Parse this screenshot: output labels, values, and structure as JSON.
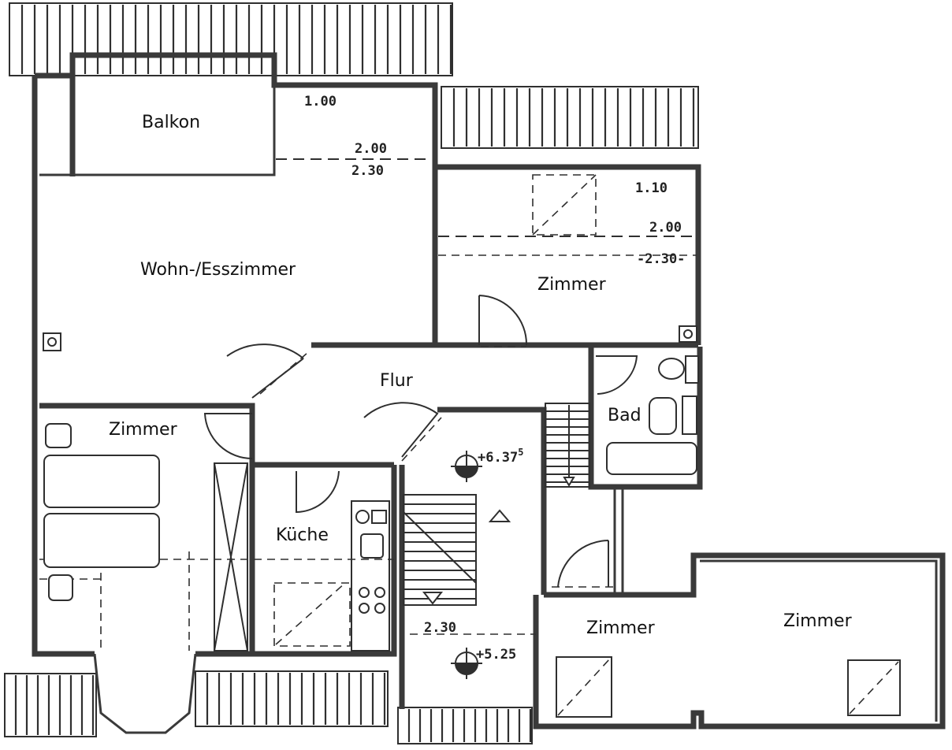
{
  "rooms": {
    "balkon": "Balkon",
    "wohn": "Wohn-/Esszimmer",
    "zimmer_ne": "Zimmer",
    "flur": "Flur",
    "zimmer_w": "Zimmer",
    "bad": "Bad",
    "kueche": "Küche",
    "zimmer_se": "Zimmer",
    "zimmer_e": "Zimmer"
  },
  "dimensions": {
    "top_100": "1.00",
    "top_200": "2.00",
    "top_230": "2.30",
    "right_110": "1.10",
    "right_200": "2.00",
    "right_230": "-2.30-",
    "stair_230": "2.30"
  },
  "levels": {
    "upper": "6.37",
    "upper_sup": "5",
    "lower": "5.25"
  },
  "icons": [
    "stair-arrow-up-icon",
    "stair-arrow-down-icon",
    "level-marker-icon",
    "door-swing-icon",
    "skylight-icon"
  ]
}
